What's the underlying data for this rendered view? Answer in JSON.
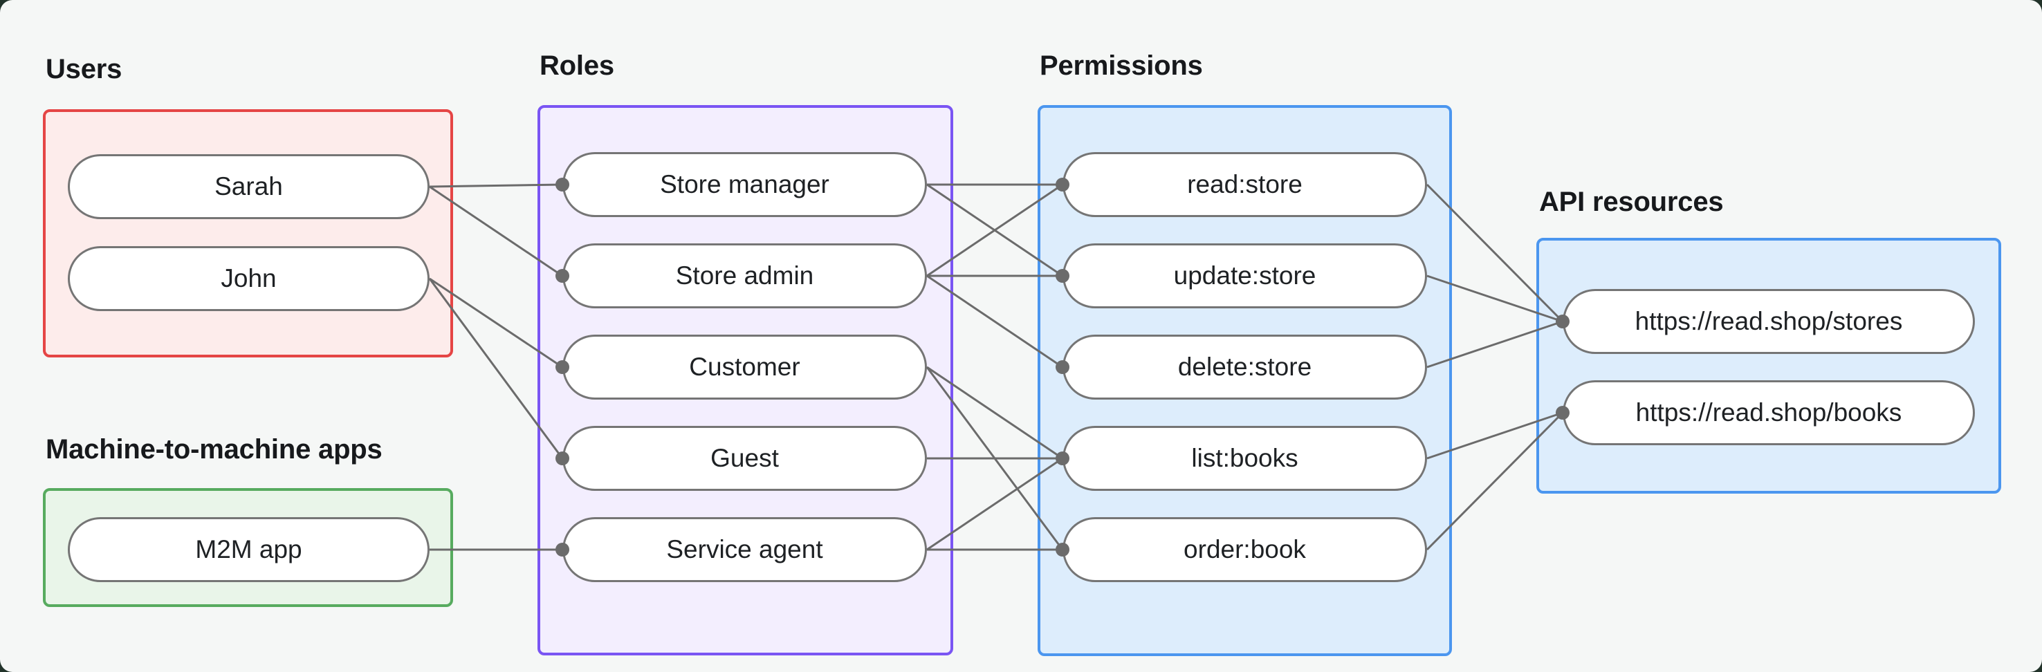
{
  "diagram": {
    "background": "#f5f7f6",
    "outer_background": "#22332a",
    "node_style": {
      "fill": "#ffffff",
      "border_color": "#757575",
      "text_color": "#1e2124"
    },
    "edge_style": {
      "line_color": "#6b6b6b",
      "dot_color": "#6b6b6b"
    },
    "groups": [
      {
        "id": "users",
        "label": "Users",
        "accent": "#e54545",
        "fill": "#fdeceb",
        "nodes": [
          {
            "id": "sarah",
            "label": "Sarah"
          },
          {
            "id": "john",
            "label": "John"
          }
        ]
      },
      {
        "id": "m2m",
        "label": "Machine-to-machine apps",
        "accent": "#57ab5f",
        "fill": "#e9f5e9",
        "nodes": [
          {
            "id": "m2m_app",
            "label": "M2M app"
          }
        ]
      },
      {
        "id": "roles",
        "label": "Roles",
        "accent": "#7a55f3",
        "fill": "#f3eefe",
        "nodes": [
          {
            "id": "store_manager",
            "label": "Store manager"
          },
          {
            "id": "store_admin",
            "label": "Store admin"
          },
          {
            "id": "customer",
            "label": "Customer"
          },
          {
            "id": "guest",
            "label": "Guest"
          },
          {
            "id": "service_agent",
            "label": "Service agent"
          }
        ]
      },
      {
        "id": "permissions",
        "label": "Permissions",
        "accent": "#4b96ef",
        "fill": "#ddedfc",
        "nodes": [
          {
            "id": "read_store",
            "label": "read:store"
          },
          {
            "id": "update_store",
            "label": "update:store"
          },
          {
            "id": "delete_store",
            "label": "delete:store"
          },
          {
            "id": "list_books",
            "label": "list:books"
          },
          {
            "id": "order_book",
            "label": "order:book"
          }
        ]
      },
      {
        "id": "api",
        "label": "API resources",
        "accent": "#4b96ef",
        "fill": "#ddedfc",
        "nodes": [
          {
            "id": "stores",
            "label": "https://read.shop/stores"
          },
          {
            "id": "books",
            "label": "https://read.shop/books"
          }
        ]
      }
    ],
    "edges": [
      [
        "sarah",
        "store_manager"
      ],
      [
        "sarah",
        "store_admin"
      ],
      [
        "john",
        "customer"
      ],
      [
        "john",
        "guest"
      ],
      [
        "m2m_app",
        "service_agent"
      ],
      [
        "store_manager",
        "read_store"
      ],
      [
        "store_manager",
        "update_store"
      ],
      [
        "store_admin",
        "read_store"
      ],
      [
        "store_admin",
        "update_store"
      ],
      [
        "store_admin",
        "delete_store"
      ],
      [
        "customer",
        "list_books"
      ],
      [
        "customer",
        "order_book"
      ],
      [
        "guest",
        "list_books"
      ],
      [
        "service_agent",
        "list_books"
      ],
      [
        "service_agent",
        "order_book"
      ],
      [
        "read_store",
        "stores"
      ],
      [
        "update_store",
        "stores"
      ],
      [
        "delete_store",
        "stores"
      ],
      [
        "list_books",
        "books"
      ],
      [
        "order_book",
        "books"
      ]
    ]
  }
}
